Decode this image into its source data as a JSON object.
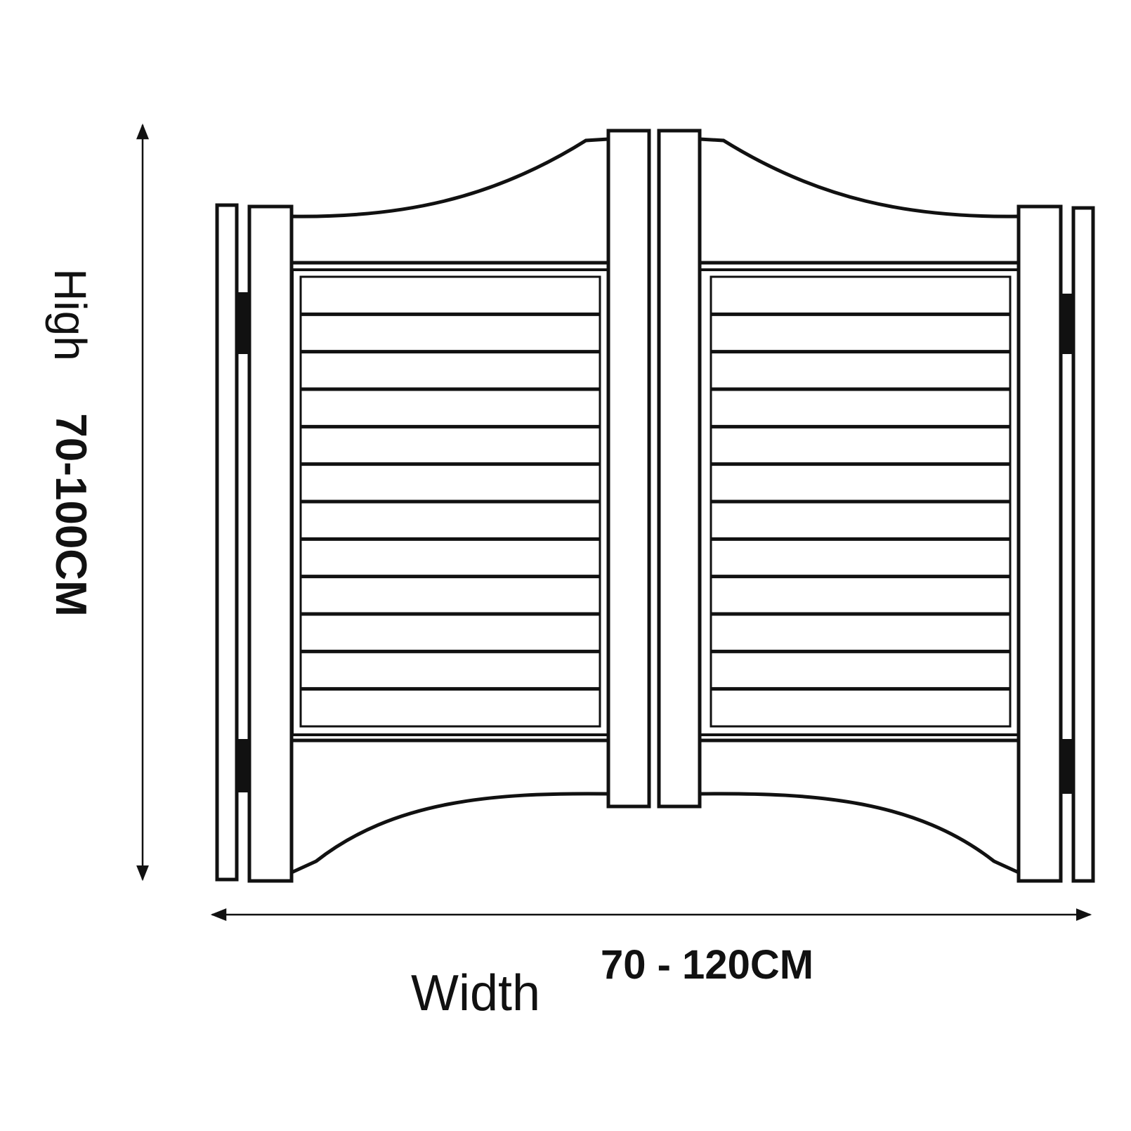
{
  "labels": {
    "height_word": "High",
    "height_value": "70-100CM",
    "width_word": "Width",
    "width_value": "70 - 120CM"
  },
  "doors": {
    "slats_per_leaf": 12
  },
  "colors": {
    "line": "#111111",
    "background": "#ffffff"
  }
}
